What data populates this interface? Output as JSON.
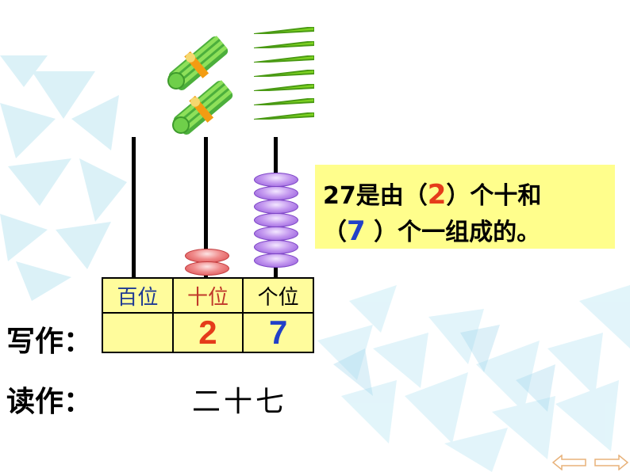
{
  "place_value_table": {
    "headers": {
      "hundreds": "百位",
      "tens": "十位",
      "ones": "个位"
    },
    "values": {
      "hundreds": "",
      "tens": "2",
      "ones": "7"
    }
  },
  "write_label": "写作：",
  "read_label": "读作：",
  "read_value": "二十七",
  "statement": {
    "number": "27",
    "part1": "是由（",
    "tens_blank": "2",
    "part2": "）个十和",
    "part3": "（",
    "ones_blank": "7",
    "part4": " ）个一组成的。"
  },
  "counts": {
    "tens_beads": 2,
    "ones_beads": 7,
    "bundles": 2,
    "single_sticks": 7
  },
  "colors": {
    "tens_digit": "#e53b1a",
    "ones_digit": "#2240c8",
    "table_fill": "#fffc9c",
    "box_fill": "#fffe8c",
    "stick_green": "#7ed321"
  },
  "icons": [
    "left-arrow-icon",
    "right-arrow-icon",
    "stick-bundle-icon"
  ]
}
